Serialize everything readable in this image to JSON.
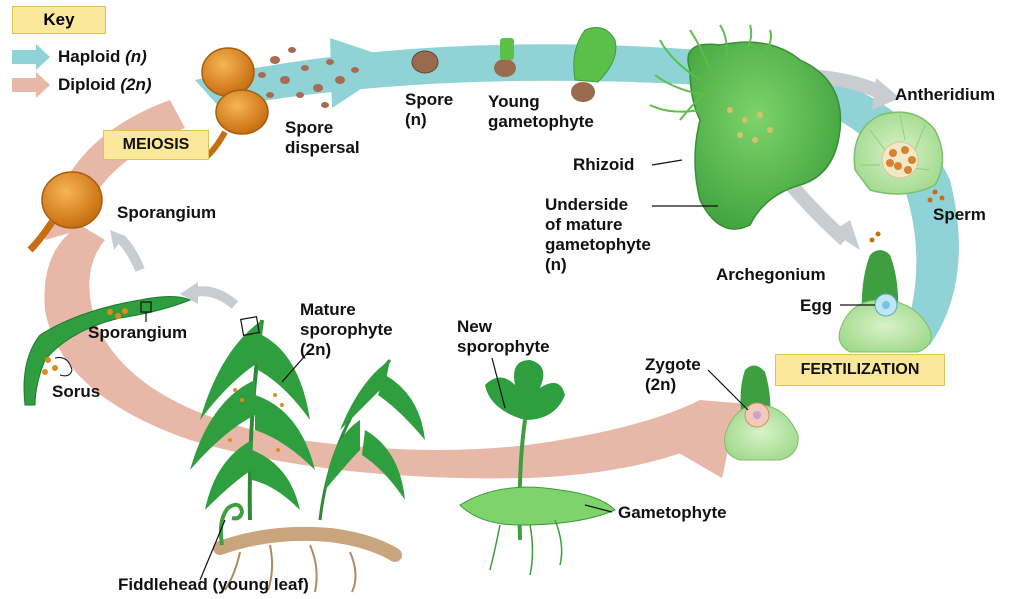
{
  "key": {
    "title": "Key",
    "haploid_word": "Haploid",
    "haploid_ploidy": "(n)",
    "diploid_word": "Diploid",
    "diploid_ploidy": "(2n)",
    "haploid_color": "#8fd3d6",
    "diploid_color": "#e7b8a8"
  },
  "stages": {
    "meiosis": "MEIOSIS",
    "fertilization": "FERTILIZATION"
  },
  "labels": {
    "spore_dispersal": [
      "Spore",
      "dispersal"
    ],
    "spore": [
      "Spore",
      "(n)"
    ],
    "young_gametophyte": [
      "Young",
      "gametophyte"
    ],
    "antheridium": "Antheridium",
    "rhizoid": "Rhizoid",
    "underside_mature_gametophyte": [
      "Underside",
      "of mature",
      "gametophyte",
      "(n)"
    ],
    "sperm": "Sperm",
    "archegonium": "Archegonium",
    "egg": "Egg",
    "sporangium_top": "Sporangium",
    "sporangium_pinna": "Sporangium",
    "sorus": "Sorus",
    "mature_sporophyte": [
      "Mature",
      "sporophyte",
      "(2n)"
    ],
    "new_sporophyte": [
      "New",
      "sporophyte"
    ],
    "zygote": [
      "Zygote",
      "(2n)"
    ],
    "gametophyte": "Gametophyte",
    "fiddlehead": "Fiddlehead (young leaf)"
  },
  "colors": {
    "sporangium_orange": "#e08a1e",
    "gametophyte_green": "#5cbf4a",
    "frond_green": "#2e9e3e",
    "cell_green": "#b9e6a4",
    "arrow_gray": "#c9cdd0"
  }
}
